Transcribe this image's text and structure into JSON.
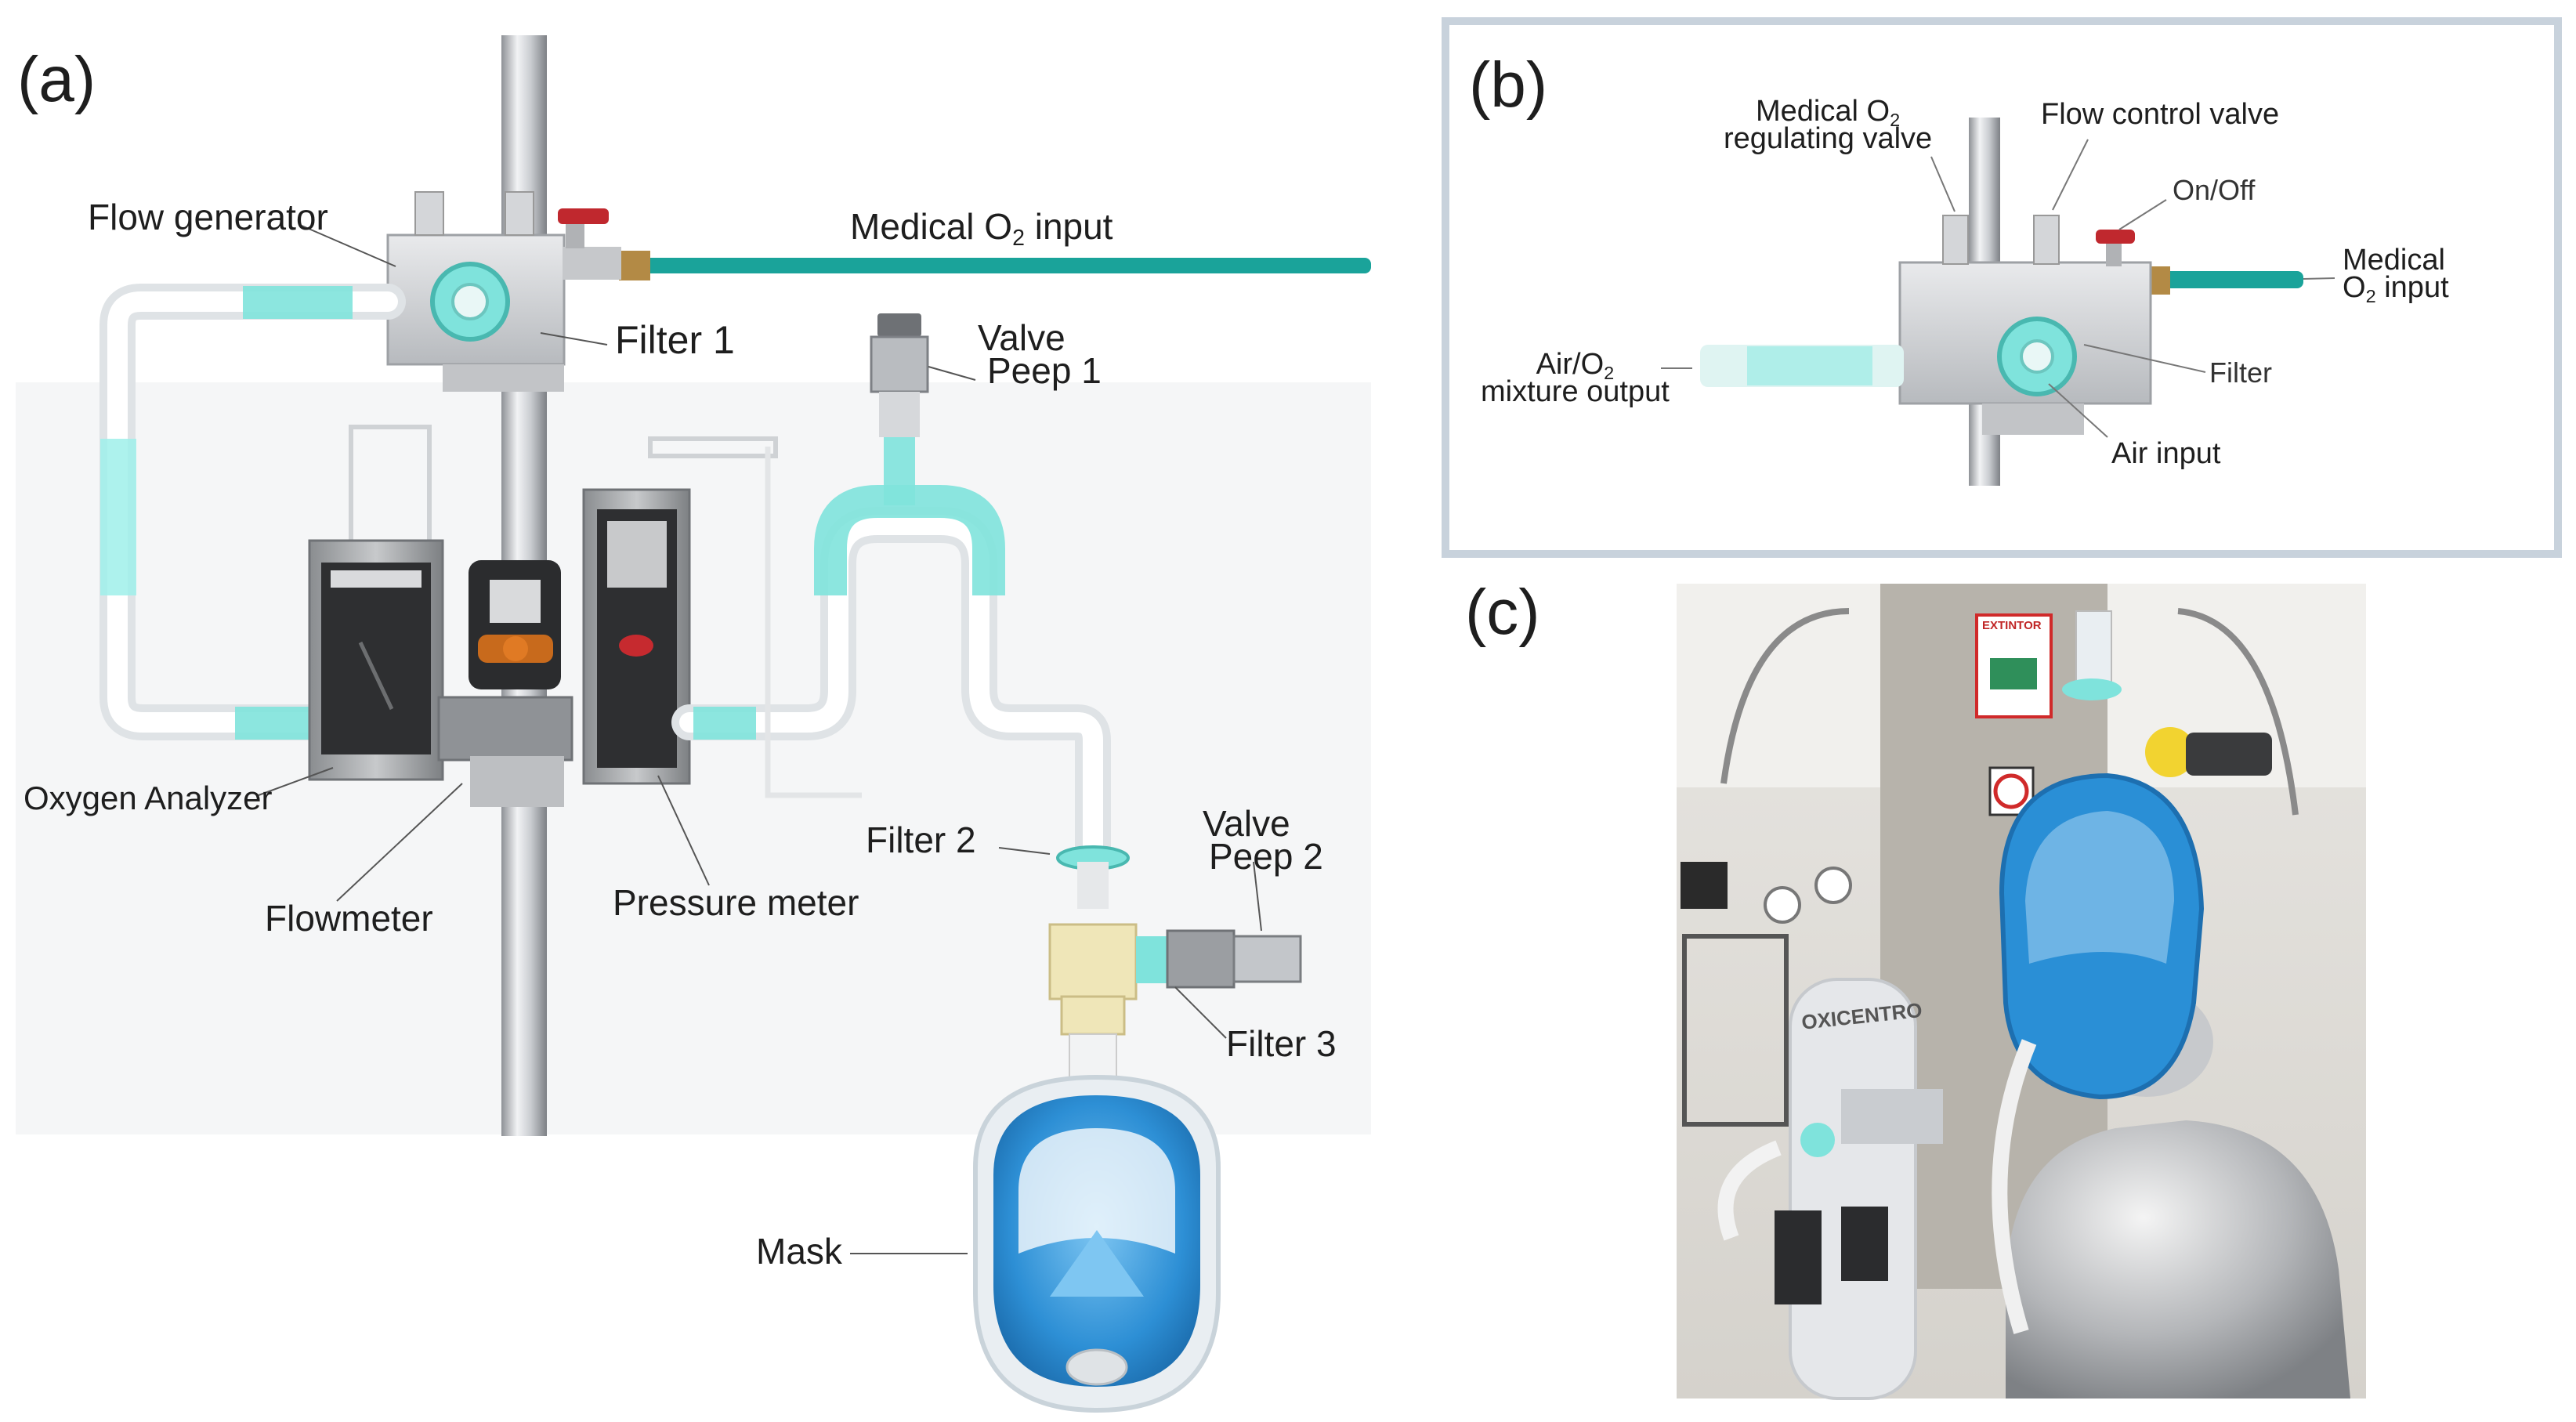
{
  "panels": {
    "a": {
      "letter": "(a)"
    },
    "b": {
      "letter": "(b)"
    },
    "c": {
      "letter": "(c)"
    }
  },
  "labels_a": {
    "flow_generator": "Flow generator",
    "medical_o2_input": {
      "pre": "Medical O",
      "sub": "2",
      "post": " input"
    },
    "filter_1": "Filter 1",
    "valve_peep_1": {
      "line1": "Valve",
      "line2": "Peep 1"
    },
    "oxygen_analyzer": "Oxygen Analyzer",
    "flowmeter": "Flowmeter",
    "pressure_meter": "Pressure meter",
    "filter_2": "Filter 2",
    "valve_peep_2": {
      "line1": "Valve",
      "line2": "Peep 2"
    },
    "filter_3": "Filter 3",
    "mask": "Mask"
  },
  "labels_b": {
    "medical_o2_regulating_valve": {
      "line1_pre": "Medical O",
      "line1_sub": "2",
      "line2": "regulating valve"
    },
    "flow_control_valve": "Flow control valve",
    "on_off": "On/Off",
    "medical_o2_input": {
      "line1": "Medical",
      "line2_pre": "O",
      "line2_sub": "2",
      "line2_post": " input"
    },
    "air_o2_mixture_output": {
      "line1_pre": "Air/O",
      "line1_sub": "2",
      "line2": "mixture output"
    },
    "filter": "Filter",
    "air_input": "Air input"
  },
  "photo_c": {
    "extinguisher_sign": "EXTINTOR",
    "tank_text": "OXICENTRO"
  },
  "colors": {
    "teal_hose": "#1aa39a",
    "cyan_fitting": "#7fe3dc",
    "mask_blue": "#2a8fd6",
    "panel_b_border": "#c8d2dc",
    "steel": "#b9bcc0",
    "device_body": "#3d3d3d",
    "stop_valve_red": "#c0282e"
  }
}
